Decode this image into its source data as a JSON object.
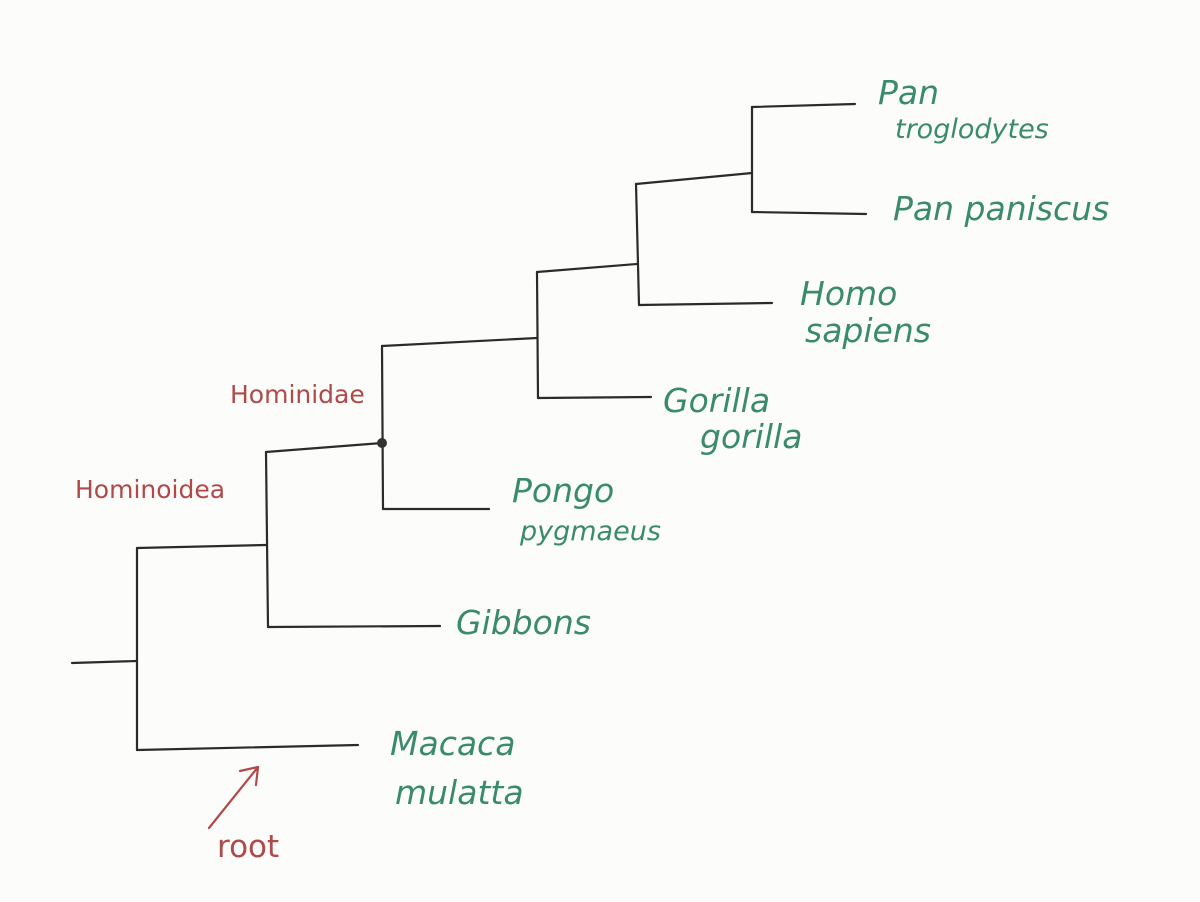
{
  "colors": {
    "branch": "#2b2b2b",
    "taxon": "#3a8a6e",
    "clade": "#b04a4a"
  },
  "taxa": {
    "pan_troglodytes": {
      "line1": "Pan",
      "line2": "troglodytes"
    },
    "pan_paniscus": {
      "line1": "Pan paniscus"
    },
    "homo_sapiens": {
      "line1": "Homo",
      "line2": "sapiens"
    },
    "gorilla_gorilla": {
      "line1": "Gorilla",
      "line2": "gorilla"
    },
    "pongo_pygmaeus": {
      "line1": "Pongo",
      "line2": "pygmaeus"
    },
    "gibbons": {
      "line1": "Gibbons"
    },
    "macaca_mulatta": {
      "line1": "Macaca",
      "line2": "mulatta"
    }
  },
  "clades": {
    "hominidae": "Hominidae",
    "hominoidea": "Hominoidea"
  },
  "root": {
    "label": "root"
  }
}
